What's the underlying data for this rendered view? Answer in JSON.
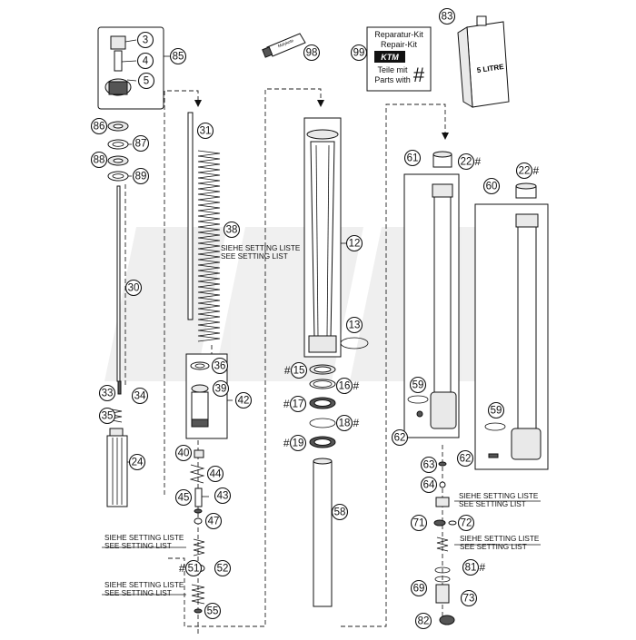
{
  "callouts": [
    {
      "id": "c3",
      "label": "3"
    },
    {
      "id": "c4",
      "label": "4"
    },
    {
      "id": "c5",
      "label": "5"
    },
    {
      "id": "c85",
      "label": "85"
    },
    {
      "id": "c98",
      "label": "98"
    },
    {
      "id": "c99",
      "label": "99"
    },
    {
      "id": "c83",
      "label": "83"
    },
    {
      "id": "c86",
      "label": "86"
    },
    {
      "id": "c87",
      "label": "87"
    },
    {
      "id": "c88",
      "label": "88"
    },
    {
      "id": "c89",
      "label": "89"
    },
    {
      "id": "c31",
      "label": "31"
    },
    {
      "id": "c38",
      "label": "38"
    },
    {
      "id": "c12",
      "label": "12"
    },
    {
      "id": "c13",
      "label": "13"
    },
    {
      "id": "c61",
      "label": "61"
    },
    {
      "id": "c22a",
      "label": "22"
    },
    {
      "id": "c22b",
      "label": "22"
    },
    {
      "id": "c60",
      "label": "60"
    },
    {
      "id": "c30",
      "label": "30"
    },
    {
      "id": "c36",
      "label": "36"
    },
    {
      "id": "c39",
      "label": "39"
    },
    {
      "id": "c42",
      "label": "42"
    },
    {
      "id": "c15",
      "label": "15"
    },
    {
      "id": "c16",
      "label": "16"
    },
    {
      "id": "c17",
      "label": "17"
    },
    {
      "id": "c18",
      "label": "18"
    },
    {
      "id": "c19",
      "label": "19"
    },
    {
      "id": "c59a",
      "label": "59"
    },
    {
      "id": "c59b",
      "label": "59"
    },
    {
      "id": "c62a",
      "label": "62"
    },
    {
      "id": "c62b",
      "label": "62"
    },
    {
      "id": "c33",
      "label": "33"
    },
    {
      "id": "c34",
      "label": "34"
    },
    {
      "id": "c35",
      "label": "35"
    },
    {
      "id": "c24",
      "label": "24"
    },
    {
      "id": "c40",
      "label": "40"
    },
    {
      "id": "c44",
      "label": "44"
    },
    {
      "id": "c45",
      "label": "45"
    },
    {
      "id": "c43",
      "label": "43"
    },
    {
      "id": "c47",
      "label": "47"
    },
    {
      "id": "c58",
      "label": "58"
    },
    {
      "id": "c63",
      "label": "63"
    },
    {
      "id": "c64",
      "label": "64"
    },
    {
      "id": "c71",
      "label": "71"
    },
    {
      "id": "c72",
      "label": "72"
    },
    {
      "id": "c51",
      "label": "51"
    },
    {
      "id": "c52",
      "label": "52"
    },
    {
      "id": "c55",
      "label": "55"
    },
    {
      "id": "c81",
      "label": "81"
    },
    {
      "id": "c69",
      "label": "69"
    },
    {
      "id": "c73",
      "label": "73"
    },
    {
      "id": "c82",
      "label": "82"
    }
  ],
  "marks": {
    "hash": "#"
  },
  "notes": {
    "siehe": "SIEHE SETTING LISTE",
    "see": "SEE SETTING LIST"
  },
  "kit": {
    "line1": "Reparatur-Kit",
    "line2": "Repair-Kit",
    "brand": "KTM",
    "line3": "Teile mit",
    "line4": "Parts with",
    "mark": "#"
  },
  "can": {
    "label": "5 LITRE"
  },
  "tube": {
    "label": "Molykote"
  }
}
